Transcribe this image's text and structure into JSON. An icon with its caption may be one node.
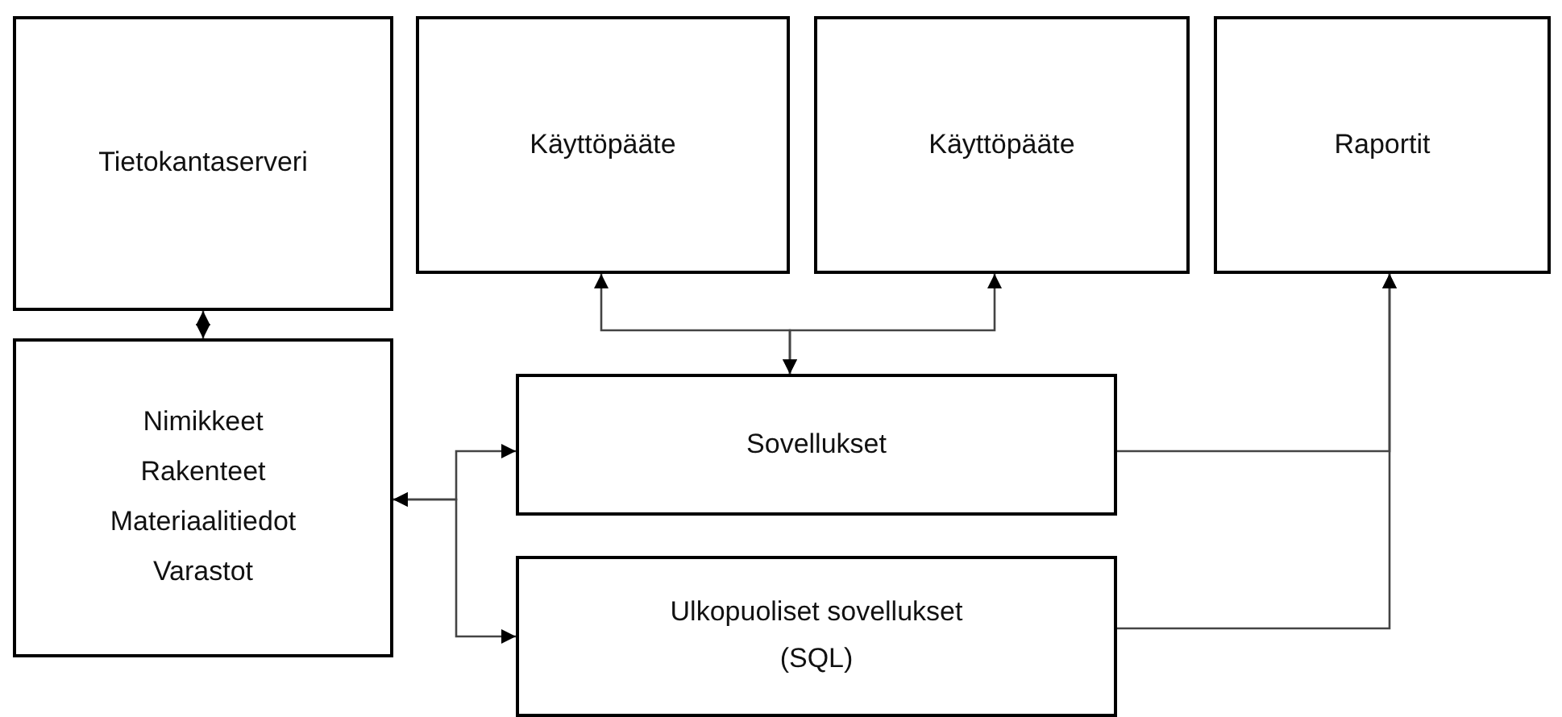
{
  "diagram": {
    "nodes": [
      {
        "text": [
          "Tietokantaserveri"
        ]
      },
      {
        "text": [
          "Käyttöpääte"
        ]
      },
      {
        "text": [
          "Käyttöpääte"
        ]
      },
      {
        "text": [
          "Raportit"
        ]
      },
      {
        "text": [
          "Nimikkeet",
          "Rakenteet",
          "Materiaalitiedot",
          "Varastot"
        ]
      },
      {
        "text": [
          "Sovellukset"
        ]
      },
      {
        "text": [
          "Ulkopuoliset sovellukset",
          "(SQL)"
        ]
      }
    ],
    "edges": [
      {
        "from": 0,
        "to": 4,
        "arrow": "both"
      },
      {
        "from": 5,
        "to": 1,
        "arrow": "both"
      },
      {
        "from": 5,
        "to": 2,
        "arrow": "both"
      },
      {
        "from": 5,
        "to": 4,
        "arrow": "both"
      },
      {
        "from": 6,
        "to": 4,
        "arrow": "both"
      },
      {
        "from": 5,
        "to": 3,
        "arrow": "to"
      },
      {
        "from": 6,
        "to": 3,
        "arrow": "to"
      }
    ]
  }
}
